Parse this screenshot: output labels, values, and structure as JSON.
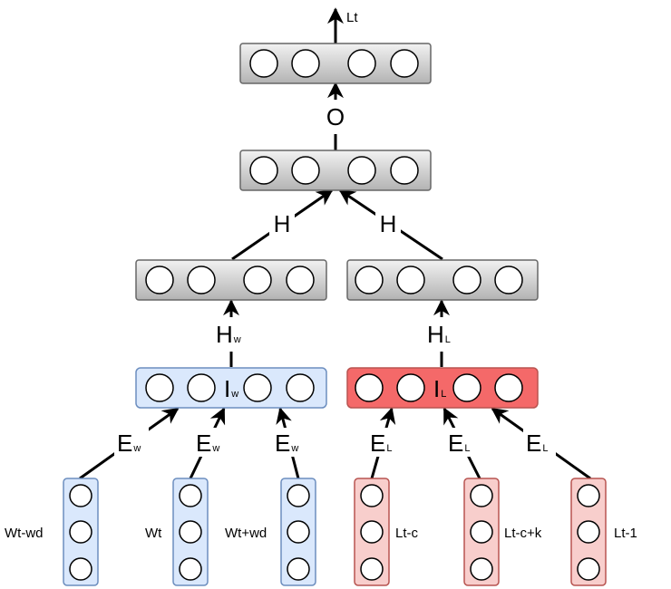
{
  "output": {
    "label": "Lt"
  },
  "layers": {
    "output_layer": {
      "units": 4
    },
    "hidden_top": {
      "units": 4
    },
    "hidden_word": {
      "units": 4
    },
    "hidden_label": {
      "units": 4
    },
    "input_word": {
      "units": 4,
      "label": "I",
      "sub": "w",
      "fill": "#dae8fc",
      "stroke": "#6c8ebf"
    },
    "input_label": {
      "units": 4,
      "label": "I",
      "sub": "L",
      "fill": "#f46969",
      "stroke": "#b85450"
    }
  },
  "edges": {
    "o": {
      "label": "O"
    },
    "h_left": {
      "label": "H"
    },
    "h_right": {
      "label": "H"
    },
    "hw": {
      "label": "H",
      "sub": "w"
    },
    "hl": {
      "label": "H",
      "sub": "L"
    },
    "ew1": {
      "label": "E",
      "sub": "w"
    },
    "ew2": {
      "label": "E",
      "sub": "w"
    },
    "ew3": {
      "label": "E",
      "sub": "w"
    },
    "el1": {
      "label": "E",
      "sub": "L"
    },
    "el2": {
      "label": "E",
      "sub": "L"
    },
    "el3": {
      "label": "E",
      "sub": "L"
    }
  },
  "words": [
    {
      "label": "Wt-wd",
      "fill": "#dae8fc",
      "stroke": "#6c8ebf"
    },
    {
      "label": "Wt",
      "fill": "#dae8fc",
      "stroke": "#6c8ebf"
    },
    {
      "label": "Wt+wd",
      "fill": "#dae8fc",
      "stroke": "#6c8ebf"
    }
  ],
  "labels": [
    {
      "label": "Lt-c",
      "fill": "#f8cecc",
      "stroke": "#b85450"
    },
    {
      "label": "Lt-c+k",
      "fill": "#f8cecc",
      "stroke": "#b85450"
    },
    {
      "label": "Lt-1",
      "fill": "#f8cecc",
      "stroke": "#b85450"
    }
  ],
  "colors": {
    "gray_top": "#f2f2f2",
    "gray_bottom": "#b3b3b3",
    "gray_stroke": "#666666",
    "line": "#000000"
  }
}
